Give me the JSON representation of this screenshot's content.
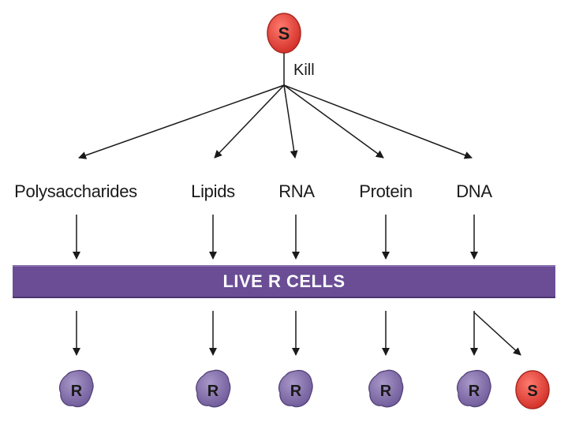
{
  "source_cell": {
    "letter": "S",
    "color": "#e2443c"
  },
  "kill_label": "Kill",
  "components": [
    {
      "label": "Polysaccharides",
      "result": "R"
    },
    {
      "label": "Lipids",
      "result": "R"
    },
    {
      "label": "RNA",
      "result": "R"
    },
    {
      "label": "Protein",
      "result": "R"
    },
    {
      "label": "DNA",
      "result": "R"
    }
  ],
  "transformed_cell": {
    "letter": "S",
    "color": "#e2443c"
  },
  "bar_label": "LIVE R CELLS",
  "colors": {
    "bar": "#6a4d95",
    "r_cell": "#7f6aa8",
    "arrow": "#1a1a1a"
  }
}
